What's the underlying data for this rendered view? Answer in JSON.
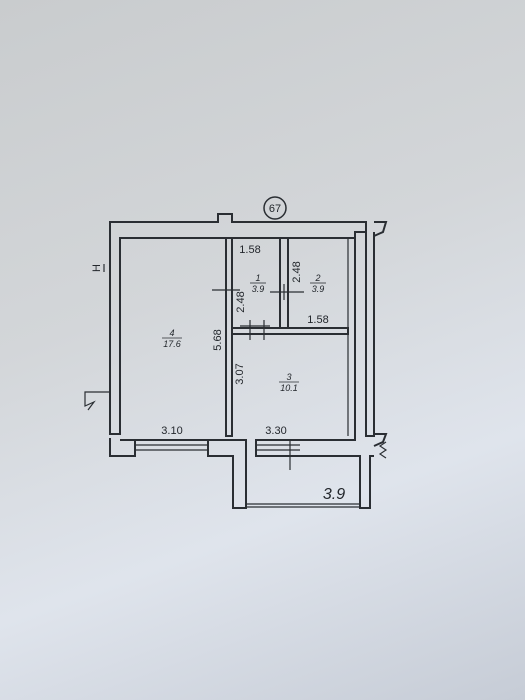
{
  "plan": {
    "apartment_marker": "67",
    "rooms": [
      {
        "number": "1",
        "area": "3.9"
      },
      {
        "number": "2",
        "area": "3.9"
      },
      {
        "number": "3",
        "area": "10.1"
      },
      {
        "number": "4",
        "area": "17.6"
      }
    ],
    "dimensions": {
      "top_hall_width": "1.58",
      "room1_height": "2.48",
      "room2_height": "2.48",
      "room2_width": "1.58",
      "room4_depth": "5.68",
      "room3_depth": "3.07",
      "room4_width": "3.10",
      "room3_width": "3.30",
      "balcony_width": "3.9"
    },
    "side_mark": "Н",
    "colors": {
      "ink": "#2a2e33",
      "paper": "#d8dce1"
    }
  }
}
